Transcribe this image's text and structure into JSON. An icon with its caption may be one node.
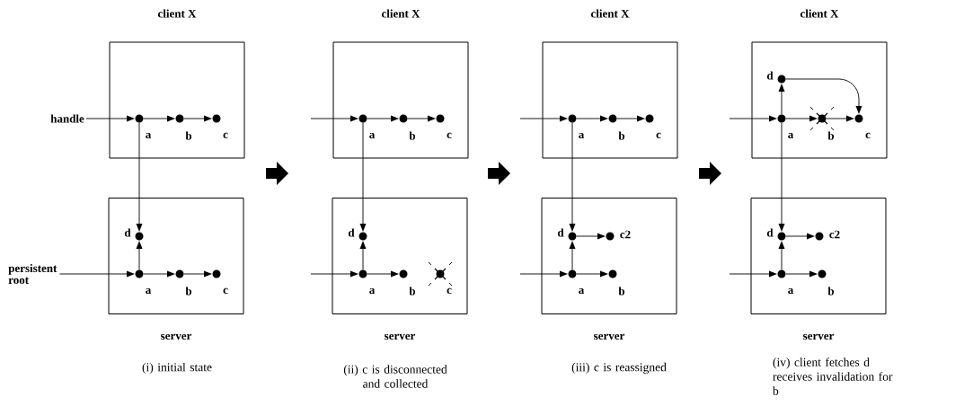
{
  "diagram": {
    "nodes": [
      {
        "text": [
          "client X"
        ]
      },
      {
        "text": [
          "handle"
        ]
      },
      {
        "text": [],
        "shape": "circle",
        "in": 0,
        "beside": [
          "a"
        ]
      },
      {
        "text": [],
        "shape": "circle",
        "in": 0,
        "beside": [
          "b"
        ]
      },
      {
        "text": [],
        "shape": "circle",
        "in": 0,
        "beside": [
          "c"
        ]
      },
      {
        "text": [
          "server"
        ]
      },
      {
        "text": [],
        "shape": "circle",
        "in": 5,
        "beside": [
          "d"
        ]
      },
      {
        "text": [
          "persistent root"
        ]
      },
      {
        "text": [],
        "shape": "circle",
        "in": 5,
        "beside": [
          "a"
        ]
      },
      {
        "text": [],
        "shape": "circle",
        "in": 5,
        "beside": [
          "b"
        ]
      },
      {
        "text": [],
        "shape": "circle",
        "in": 5,
        "beside": [
          "c"
        ]
      },
      {
        "text": [
          "client X"
        ]
      },
      {
        "text": [],
        "shape": "circle",
        "in": 11,
        "beside": [
          "a"
        ]
      },
      {
        "text": [],
        "shape": "circle",
        "in": 11,
        "beside": [
          "b"
        ]
      },
      {
        "text": [],
        "shape": "circle",
        "in": 11,
        "beside": [
          "c"
        ]
      },
      {
        "text": [
          "server"
        ]
      },
      {
        "text": [],
        "shape": "circle",
        "in": 15,
        "beside": [
          "d"
        ]
      },
      {
        "text": [],
        "shape": "circle",
        "in": 15,
        "beside": [
          "a"
        ]
      },
      {
        "text": [],
        "shape": "circle",
        "in": 15,
        "beside": [
          "b"
        ]
      },
      {
        "text": [],
        "shape": "star",
        "in": 15,
        "beside": [
          "c"
        ]
      },
      {
        "text": [
          "client X"
        ]
      },
      {
        "text": [],
        "shape": "circle",
        "in": 20,
        "beside": [
          "a"
        ]
      },
      {
        "text": [],
        "shape": "circle",
        "in": 20,
        "beside": [
          "b"
        ]
      },
      {
        "text": [],
        "shape": "circle",
        "in": 20,
        "beside": [
          "c"
        ]
      },
      {
        "text": [
          "server"
        ]
      },
      {
        "text": [],
        "shape": "circle",
        "in": 24,
        "beside": [
          "d"
        ]
      },
      {
        "text": [],
        "shape": "circle",
        "in": 24,
        "beside": [
          "c2"
        ]
      },
      {
        "text": [],
        "shape": "circle",
        "in": 24,
        "beside": [
          "a"
        ]
      },
      {
        "text": [],
        "shape": "circle",
        "in": 24,
        "beside": [
          "b"
        ]
      },
      {
        "text": [
          "client X"
        ]
      },
      {
        "text": [],
        "shape": "circle",
        "in": 29,
        "beside": [
          "d"
        ]
      },
      {
        "text": [],
        "shape": "circle",
        "in": 29,
        "beside": [
          "a"
        ]
      },
      {
        "text": [],
        "shape": "star",
        "in": 29,
        "beside": [
          "b"
        ]
      },
      {
        "text": [],
        "shape": "circle",
        "in": 29,
        "beside": [
          "c"
        ]
      },
      {
        "text": [
          "server"
        ]
      },
      {
        "text": [],
        "shape": "circle",
        "in": 34,
        "beside": [
          "d"
        ]
      },
      {
        "text": [],
        "shape": "circle",
        "in": 34,
        "beside": [
          "c2"
        ]
      },
      {
        "text": [],
        "shape": "circle",
        "in": 34,
        "beside": [
          "a"
        ]
      },
      {
        "text": [],
        "shape": "circle",
        "in": 34,
        "beside": [
          "b"
        ]
      }
    ],
    "edges": [
      {
        "from": 1,
        "to": 2,
        "arrow": "to"
      },
      {
        "from": 2,
        "to": 3,
        "arrow": "to"
      },
      {
        "from": 3,
        "to": 4,
        "arrow": "to"
      },
      {
        "from": 2,
        "to": 6,
        "arrow": "to"
      },
      {
        "from": 8,
        "to": 6,
        "arrow": "to"
      },
      {
        "from": 7,
        "to": 8,
        "arrow": "to"
      },
      {
        "from": 8,
        "to": 9,
        "arrow": "to"
      },
      {
        "from": 9,
        "to": 10,
        "arrow": "to"
      },
      {
        "from": null,
        "to": 12,
        "arrow": "to"
      },
      {
        "from": 12,
        "to": 13,
        "arrow": "to"
      },
      {
        "from": 13,
        "to": 14,
        "arrow": "to"
      },
      {
        "from": 12,
        "to": 16,
        "arrow": "to"
      },
      {
        "from": 17,
        "to": 16,
        "arrow": "to"
      },
      {
        "from": null,
        "to": 17,
        "arrow": "to"
      },
      {
        "from": 17,
        "to": 18,
        "arrow": "to"
      },
      {
        "from": null,
        "to": 21,
        "arrow": "to"
      },
      {
        "from": 21,
        "to": 22,
        "arrow": "to"
      },
      {
        "from": 22,
        "to": 23,
        "arrow": "to"
      },
      {
        "from": 21,
        "to": 25,
        "arrow": "to"
      },
      {
        "from": 27,
        "to": 25,
        "arrow": "to"
      },
      {
        "from": 25,
        "to": 26,
        "arrow": "to"
      },
      {
        "from": null,
        "to": 27,
        "arrow": "to"
      },
      {
        "from": 27,
        "to": 28,
        "arrow": "to"
      },
      {
        "from": 31,
        "to": 30,
        "arrow": "to"
      },
      {
        "from": 30,
        "to": 33,
        "arrow": "to"
      },
      {
        "from": null,
        "to": 31,
        "arrow": "to"
      },
      {
        "from": 31,
        "to": 32,
        "arrow": "to"
      },
      {
        "from": 32,
        "to": 33,
        "arrow": "to"
      },
      {
        "from": 31,
        "to": 35,
        "arrow": "to"
      },
      {
        "from": 37,
        "to": 35,
        "arrow": "to"
      },
      {
        "from": 35,
        "to": 36,
        "arrow": "to"
      },
      {
        "from": null,
        "to": 37,
        "arrow": "to"
      },
      {
        "from": 37,
        "to": 38,
        "arrow": "to"
      }
    ],
    "labels": [
      "(i) initial state",
      "(ii) c is disconnected and collected",
      "(iii) c is reassigned",
      "(iv) client fetches d receives invalidation for b"
    ]
  }
}
